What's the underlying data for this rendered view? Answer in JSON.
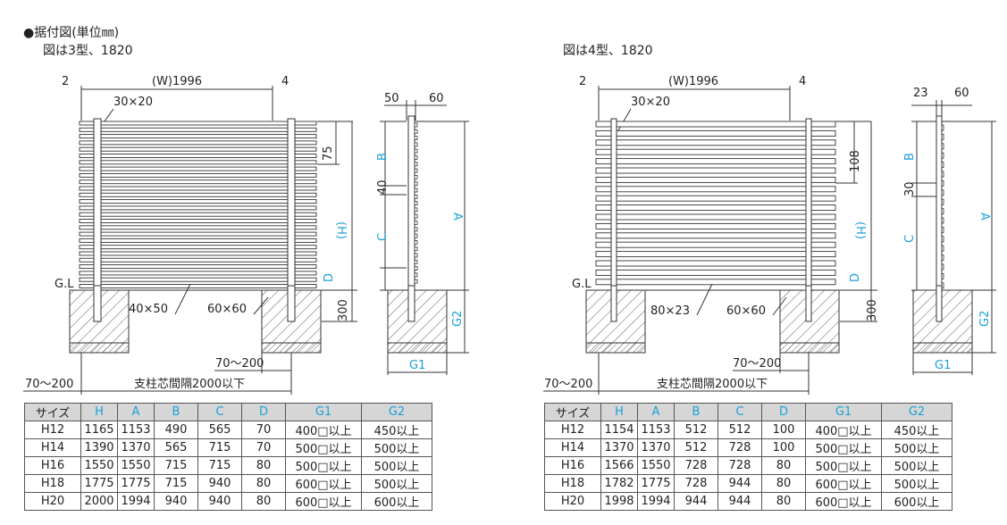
{
  "header": {
    "title": "●据付図(単位㎜)",
    "note_left": "図は3型、1820",
    "note_right": "図は4型、1820"
  },
  "drawing_left": {
    "left_gap": "2",
    "width": "(W)1996",
    "right_gap": "4",
    "slat_size": "30×20",
    "pitch": "75",
    "height": "(H)",
    "gl": "G.L",
    "post_size": "40×50",
    "base_post": "60×60",
    "embed": "300",
    "range1": "70～200",
    "range2": "70～200",
    "span": "支柱芯間隔2000以下",
    "side_w1": "50",
    "side_w2": "60",
    "side_mid": "40",
    "lbl_a": "A",
    "lbl_b": "B",
    "lbl_c": "C",
    "lbl_d": "D",
    "lbl_g1": "G1",
    "lbl_g2": "G2"
  },
  "drawing_right": {
    "left_gap": "2",
    "width": "(W)1996",
    "right_gap": "4",
    "slat_size": "30×20",
    "pitch": "108",
    "height": "(H)",
    "gl": "G.L",
    "post_size": "80×23",
    "base_post": "60×60",
    "embed": "300",
    "range1": "70～200",
    "range2": "70～200",
    "span": "支柱芯間隔2000以下",
    "side_w1": "23",
    "side_w2": "60",
    "side_mid": "30",
    "lbl_a": "A",
    "lbl_b": "B",
    "lbl_c": "C",
    "lbl_d": "D",
    "lbl_g1": "G1",
    "lbl_g2": "G2"
  },
  "table_left": {
    "headers": [
      "サイズ",
      "H",
      "A",
      "B",
      "C",
      "D",
      "G1",
      "G2"
    ],
    "rows": [
      [
        "H12",
        "1165",
        "1153",
        "490",
        "565",
        "70",
        "400□以上",
        "450以上"
      ],
      [
        "H14",
        "1390",
        "1370",
        "565",
        "715",
        "70",
        "500□以上",
        "500以上"
      ],
      [
        "H16",
        "1550",
        "1550",
        "715",
        "715",
        "80",
        "500□以上",
        "500以上"
      ],
      [
        "H18",
        "1775",
        "1775",
        "715",
        "940",
        "80",
        "600□以上",
        "500以上"
      ],
      [
        "H20",
        "2000",
        "1994",
        "940",
        "940",
        "80",
        "600□以上",
        "600以上"
      ]
    ]
  },
  "table_right": {
    "headers": [
      "サイズ",
      "H",
      "A",
      "B",
      "C",
      "D",
      "G1",
      "G2"
    ],
    "rows": [
      [
        "H12",
        "1154",
        "1153",
        "512",
        "512",
        "100",
        "400□以上",
        "450以上"
      ],
      [
        "H14",
        "1370",
        "1370",
        "512",
        "728",
        "100",
        "500□以上",
        "500以上"
      ],
      [
        "H16",
        "1566",
        "1550",
        "728",
        "728",
        "80",
        "500□以上",
        "500以上"
      ],
      [
        "H18",
        "1782",
        "1775",
        "728",
        "944",
        "80",
        "600□以上",
        "500以上"
      ],
      [
        "H20",
        "1998",
        "1994",
        "944",
        "944",
        "80",
        "600□以上",
        "600以上"
      ]
    ]
  }
}
